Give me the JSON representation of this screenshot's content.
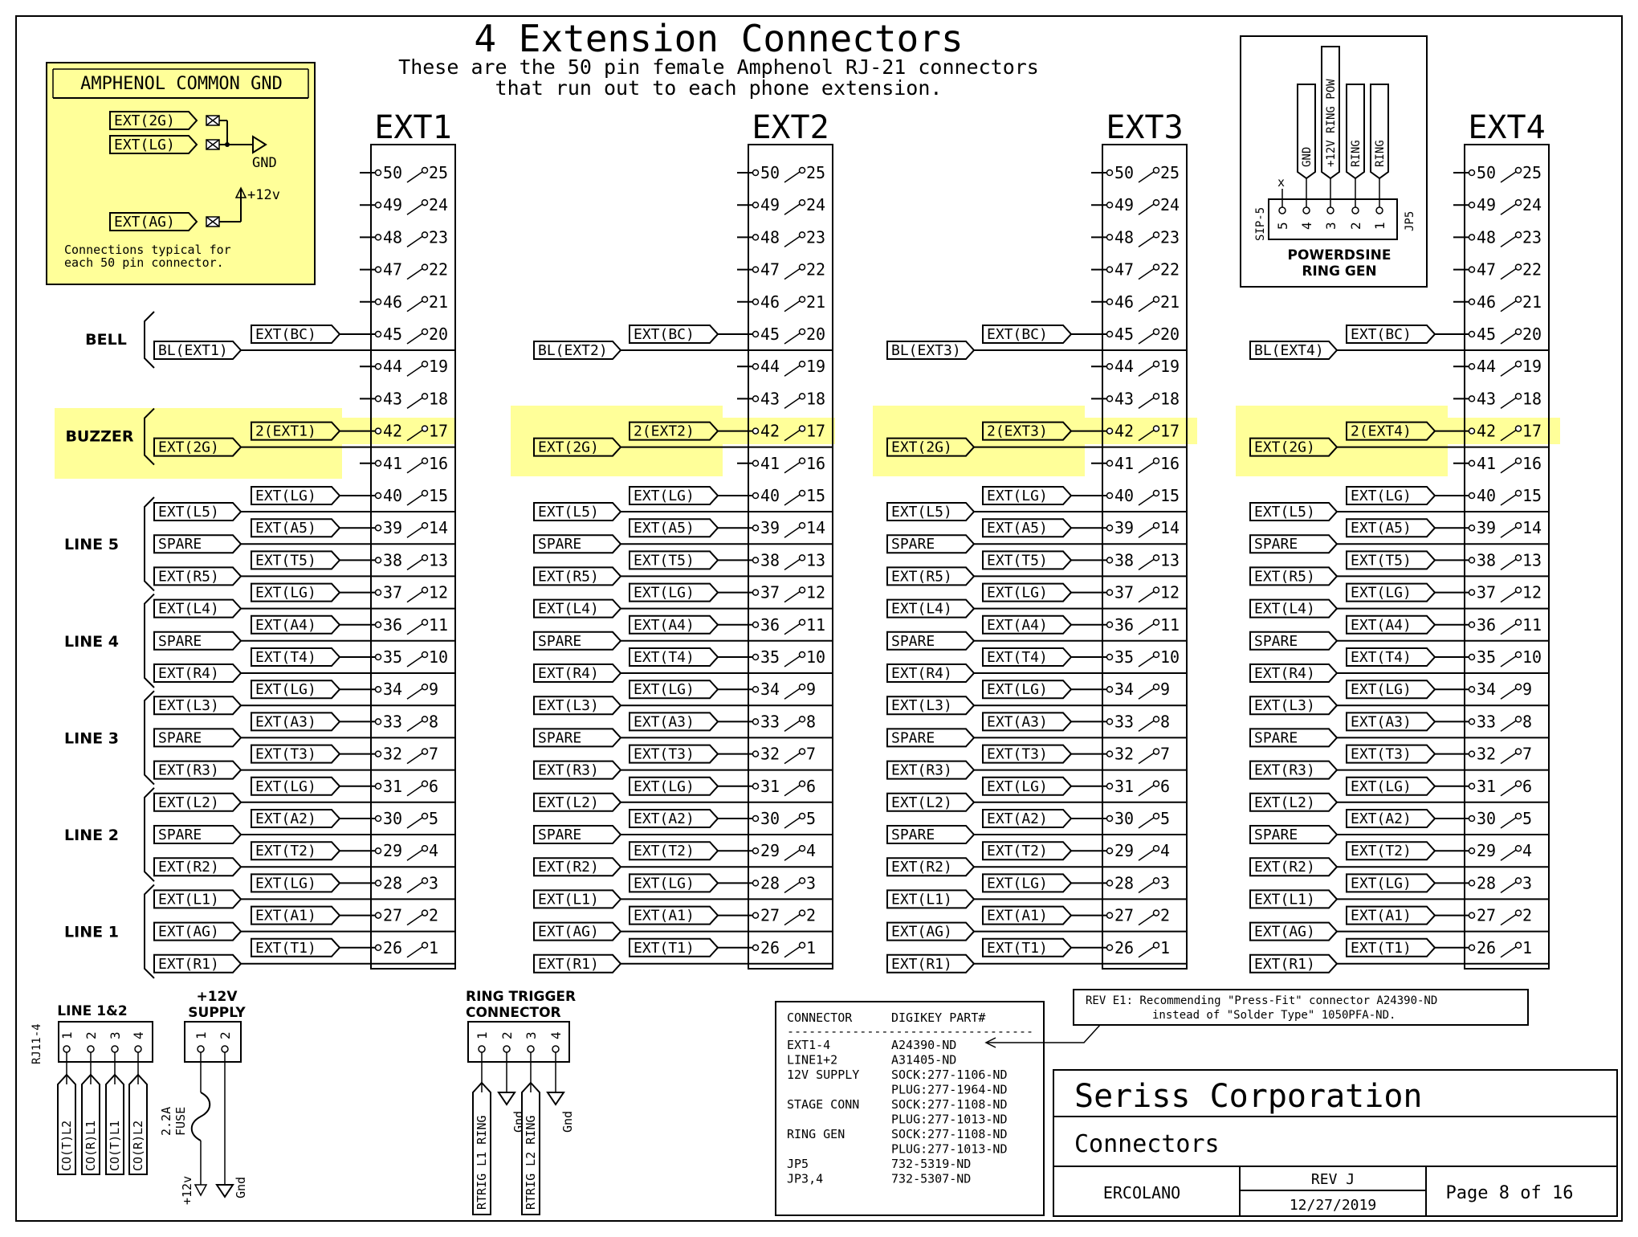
{
  "title": "4 Extension Connectors",
  "subtitle_lines": [
    "These are the 50 pin female Amphenol RJ-21 connectors",
    "that run out to each phone extension."
  ],
  "colors": {
    "highlight": "#ffff99",
    "ink": "#000000"
  },
  "amphenol_box": {
    "heading": "AMPHENOL COMMON GND",
    "inputs": [
      "EXT(2G)",
      "EXT(LG)",
      "EXT(AG)"
    ],
    "gnd_label": "GND",
    "power_label": "+12v",
    "note_lines": [
      "Connections typical for",
      "each 50 pin connector."
    ]
  },
  "connectors": [
    {
      "name": "EXT1",
      "bell": "BL(EXT1)",
      "buzzer_net": "2(EXT1)"
    },
    {
      "name": "EXT2",
      "bell": "BL(EXT2)",
      "buzzer_net": "2(EXT2)"
    },
    {
      "name": "EXT3",
      "bell": "BL(EXT3)",
      "buzzer_net": "2(EXT3)"
    },
    {
      "name": "EXT4",
      "bell": "BL(EXT4)",
      "buzzer_net": "2(EXT4)"
    }
  ],
  "pin_pairs": [
    [
      "50",
      "25"
    ],
    [
      "49",
      "24"
    ],
    [
      "48",
      "23"
    ],
    [
      "47",
      "22"
    ],
    [
      "46",
      "21"
    ],
    [
      "45",
      "20"
    ],
    [
      "44",
      "19"
    ],
    [
      "43",
      "18"
    ],
    [
      "42",
      "17"
    ],
    [
      "41",
      "16"
    ],
    [
      "40",
      "15"
    ],
    [
      "39",
      "14"
    ],
    [
      "38",
      "13"
    ],
    [
      "37",
      "12"
    ],
    [
      "36",
      "11"
    ],
    [
      "35",
      "10"
    ],
    [
      "34",
      "9"
    ],
    [
      "33",
      "8"
    ],
    [
      "32",
      "7"
    ],
    [
      "31",
      "6"
    ],
    [
      "30",
      "5"
    ],
    [
      "29",
      "4"
    ],
    [
      "28",
      "3"
    ],
    [
      "27",
      "2"
    ],
    [
      "26",
      "1"
    ]
  ],
  "nets": {
    "bc": "EXT(BC)",
    "buzzer_left": "EXT(2G)",
    "lines": [
      {
        "label": "LINE 5",
        "left": [
          "EXT(L5)",
          "SPARE",
          "EXT(R5)"
        ],
        "right": [
          "EXT(LG)",
          "EXT(A5)",
          "EXT(T5)"
        ]
      },
      {
        "label": "LINE 4",
        "left": [
          "EXT(L4)",
          "SPARE",
          "EXT(R4)"
        ],
        "right": [
          "EXT(LG)",
          "EXT(A4)",
          "EXT(T4)"
        ]
      },
      {
        "label": "LINE 3",
        "left": [
          "EXT(L3)",
          "SPARE",
          "EXT(R3)"
        ],
        "right": [
          "EXT(LG)",
          "EXT(A3)",
          "EXT(T3)"
        ]
      },
      {
        "label": "LINE 2",
        "left": [
          "EXT(L2)",
          "SPARE",
          "EXT(R2)"
        ],
        "right": [
          "EXT(LG)",
          "EXT(A2)",
          "EXT(T2)"
        ]
      },
      {
        "label": "LINE 1",
        "left": [
          "EXT(L1)",
          "EXT(AG)",
          "EXT(R1)"
        ],
        "right": [
          "EXT(LG)",
          "EXT(A1)",
          "EXT(T1)"
        ]
      }
    ]
  },
  "group_labels": {
    "bell": "BELL",
    "buzzer": "BUZZER"
  },
  "ring_gen": {
    "pins": [
      "5",
      "4",
      "3",
      "2",
      "1"
    ],
    "signals": [
      "GND",
      "+12V RING POW",
      "RING",
      "RING"
    ],
    "x_mark": "x",
    "sip_label": "SIP-5",
    "jp_label": "JP5",
    "caption_lines": [
      "POWERDSINE",
      "RING GEN"
    ]
  },
  "line12": {
    "title": "LINE 1&2",
    "side_label": "RJ11-4",
    "pins": [
      "1",
      "2",
      "3",
      "4"
    ],
    "signals": [
      "CO(T)L2",
      "CO(R)L1",
      "CO(T)L1",
      "CO(R)L2"
    ]
  },
  "supply": {
    "title_lines": [
      "+12V",
      "SUPPLY"
    ],
    "pins": [
      "1",
      "2"
    ],
    "fuse_lines": [
      "2.2A",
      "FUSE"
    ],
    "power_label": "+12v",
    "gnd_label": "Gnd"
  },
  "ring_trigger": {
    "title_lines": [
      "RING TRIGGER",
      "CONNECTOR"
    ],
    "pins": [
      "1",
      "2",
      "3",
      "4"
    ],
    "signals": [
      "RTRIG L1 RING",
      "Gnd",
      "RTRIG L2 RING",
      "Gnd"
    ]
  },
  "bom": {
    "headers": [
      "CONNECTOR",
      "DIGIKEY PART#"
    ],
    "separator": "----------------------------------",
    "rows": [
      [
        "EXT1-4",
        "A24390-ND"
      ],
      [
        "LINE1+2",
        "A31405-ND"
      ],
      [
        "12V SUPPLY",
        "SOCK:277-1106-ND"
      ],
      [
        "",
        "PLUG:277-1964-ND"
      ],
      [
        "STAGE CONN",
        "SOCK:277-1108-ND"
      ],
      [
        "",
        "PLUG:277-1013-ND"
      ],
      [
        "RING GEN",
        "SOCK:277-1108-ND"
      ],
      [
        "",
        "PLUG:277-1013-ND"
      ],
      [
        "JP5",
        "732-5319-ND"
      ],
      [
        "JP3,4",
        "732-5307-ND"
      ]
    ]
  },
  "rev_note_lines": [
    "REV E1: Recommending \"Press-Fit\" connector A24390-ND",
    "instead of \"Solder Type\" 1050PFA-ND."
  ],
  "title_block": {
    "company": "Seriss Corporation",
    "sheet_title": "Connectors",
    "project": "ERCOLANO",
    "rev": "REV J",
    "date": "12/27/2019",
    "page": "Page 8 of 16"
  }
}
